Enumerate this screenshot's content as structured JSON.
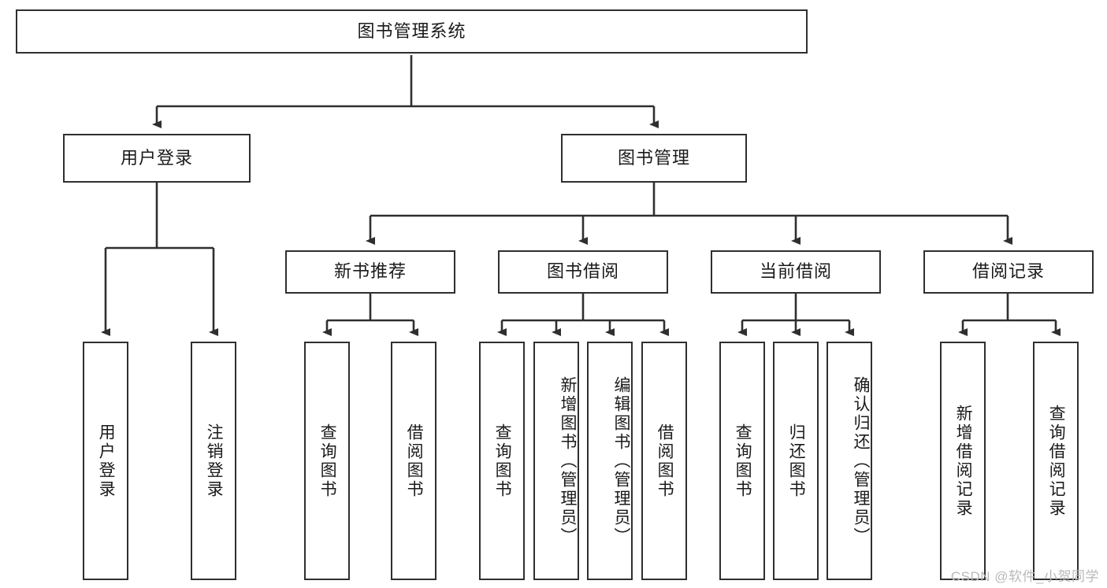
{
  "diagram": {
    "title_node": {
      "id": "root",
      "label": "图书管理系统"
    },
    "level2": [
      {
        "id": "login",
        "label": "用户登录"
      },
      {
        "id": "bookmgmt",
        "label": "图书管理"
      }
    ],
    "level3": [
      {
        "id": "newbook",
        "label": "新书推荐"
      },
      {
        "id": "borrow",
        "label": "图书借阅"
      },
      {
        "id": "current",
        "label": "当前借阅"
      },
      {
        "id": "record",
        "label": "借阅记录"
      }
    ],
    "leaves": [
      {
        "id": "leaf-user-login",
        "label": "用户登录",
        "parent": "login"
      },
      {
        "id": "leaf-user-logout",
        "label": "注销登录",
        "parent": "login"
      },
      {
        "id": "leaf-newbook-query",
        "label": "查询图书",
        "parent": "newbook"
      },
      {
        "id": "leaf-newbook-borrow",
        "label": "借阅图书",
        "parent": "newbook"
      },
      {
        "id": "leaf-borrow-query",
        "label": "查询图书",
        "parent": "borrow"
      },
      {
        "id": "leaf-borrow-add",
        "label": "新增图书（管理员）",
        "parent": "borrow"
      },
      {
        "id": "leaf-borrow-edit",
        "label": "编辑图书（管理员）",
        "parent": "borrow"
      },
      {
        "id": "leaf-borrow-lend",
        "label": "借阅图书",
        "parent": "borrow"
      },
      {
        "id": "leaf-current-query",
        "label": "查询图书",
        "parent": "current"
      },
      {
        "id": "leaf-current-return",
        "label": "归还图书",
        "parent": "current"
      },
      {
        "id": "leaf-current-confirm",
        "label": "确认归还（管理员）",
        "parent": "current"
      },
      {
        "id": "leaf-record-add",
        "label": "新增借阅记录",
        "parent": "record"
      },
      {
        "id": "leaf-record-query",
        "label": "查询借阅记录",
        "parent": "record"
      }
    ],
    "colors": {
      "stroke": "#2f2f2f",
      "fill": "#ffffff",
      "text": "#1a1a1a",
      "watermark": "#b9b9b9"
    }
  },
  "watermark": {
    "text": "CSDN @软件_小贺同学"
  }
}
